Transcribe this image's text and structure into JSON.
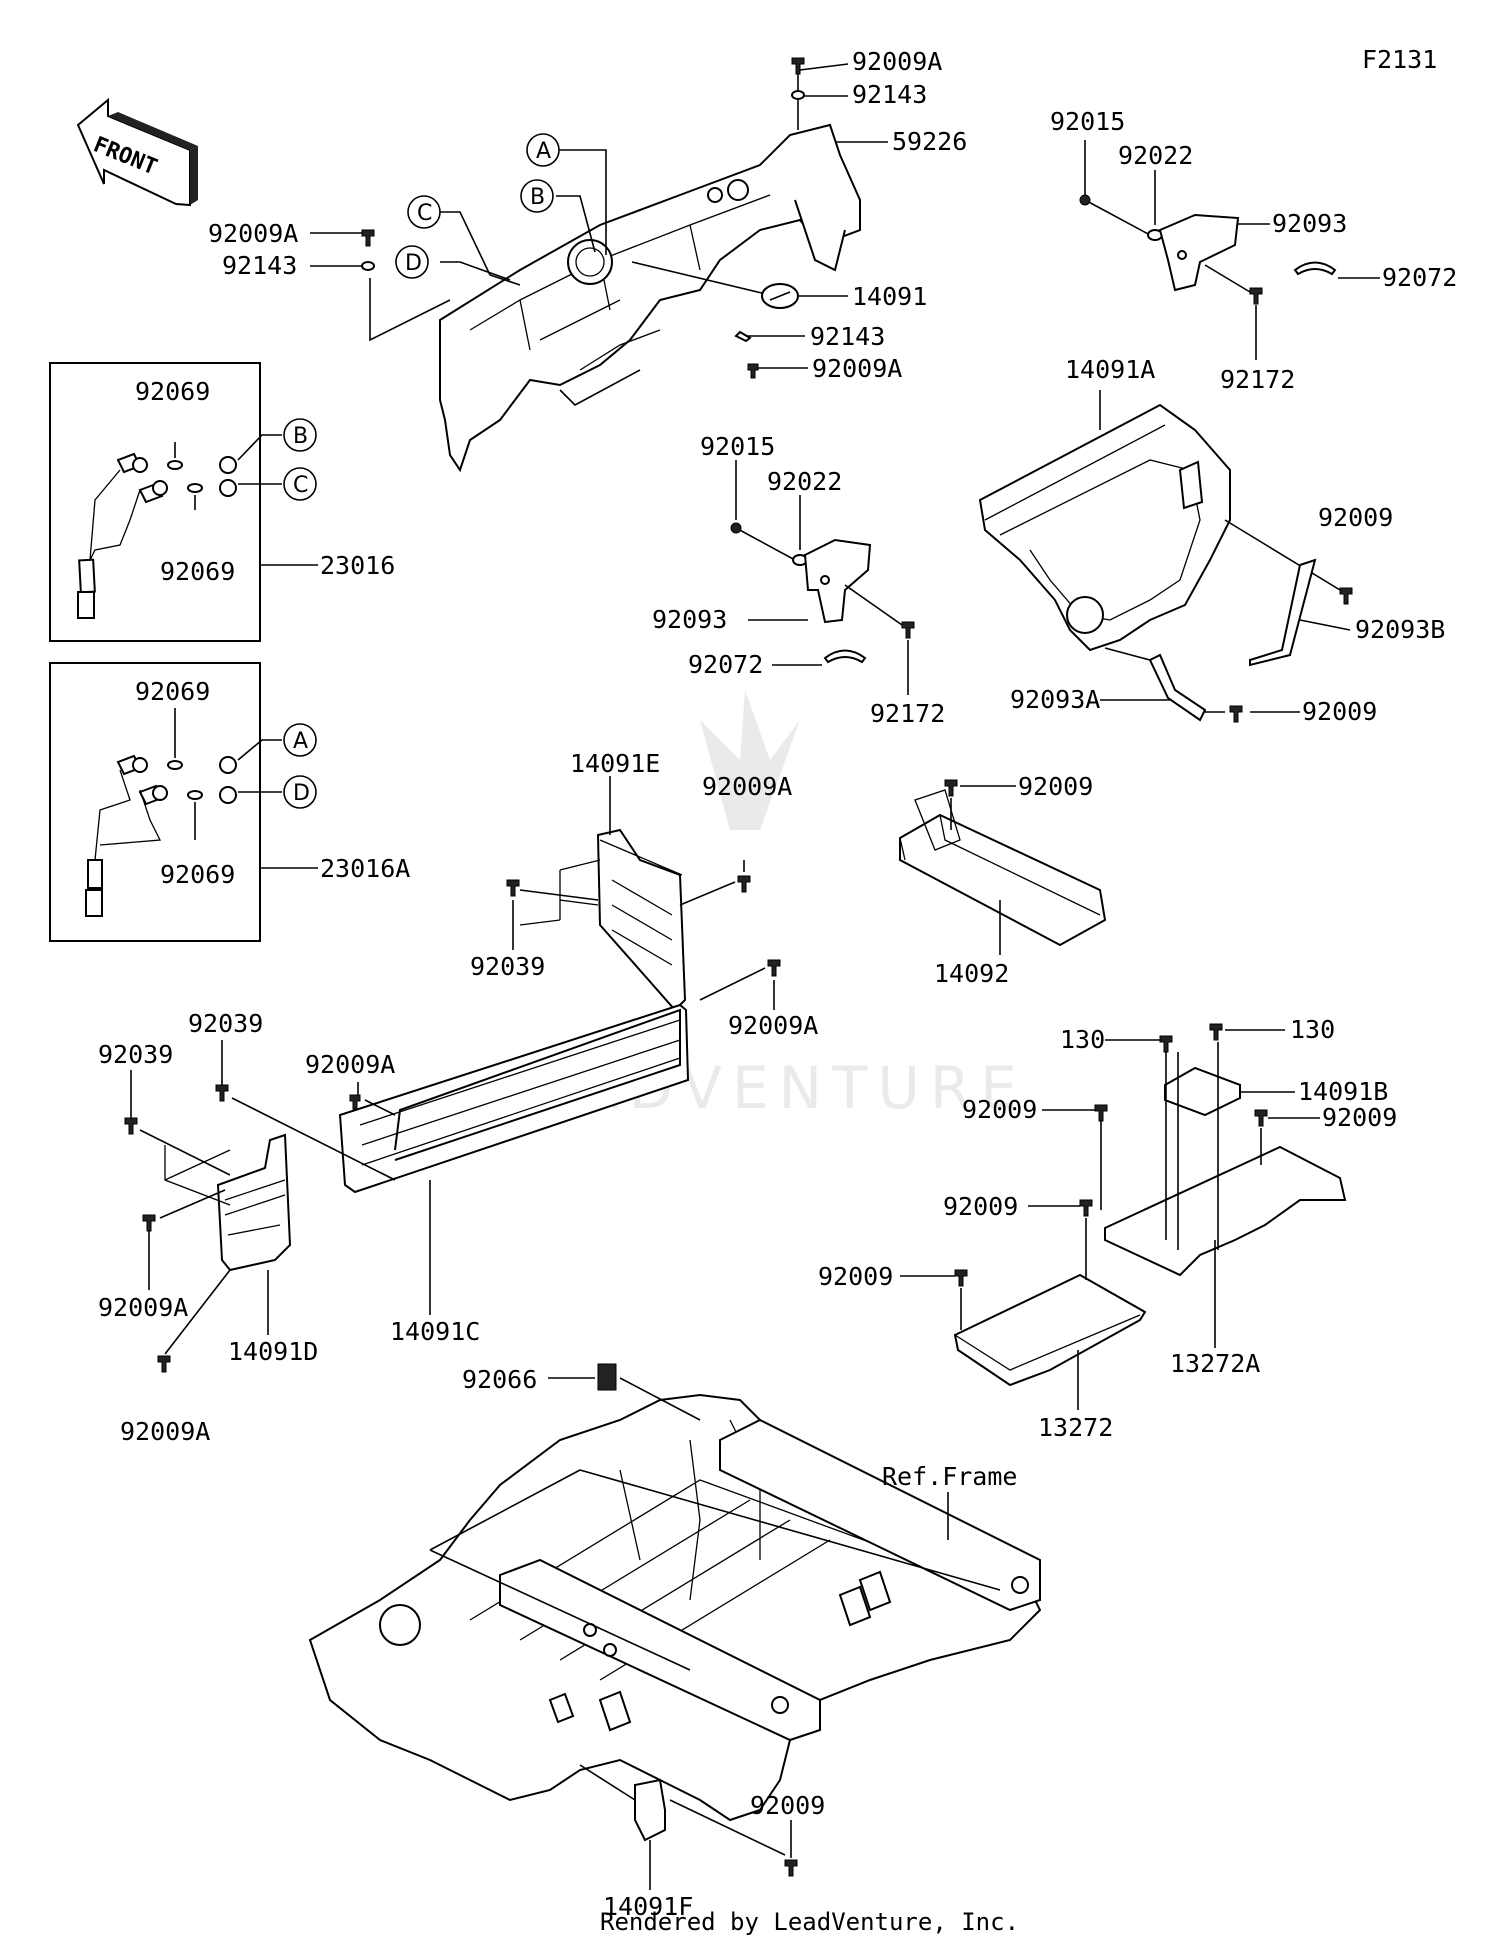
{
  "figure_id": "F2131",
  "front_label": "FRONT",
  "watermark": "LEADVENTURE",
  "ref_frame": "Ref.Frame",
  "footer": "Rendered by LeadVenture, Inc.",
  "callouts": {
    "A": "A",
    "B": "B",
    "C": "C",
    "D": "D"
  },
  "parts": {
    "p59226": "59226",
    "p14091": "14091",
    "p14091A": "14091A",
    "p14091B": "14091B",
    "p14091C": "14091C",
    "p14091D": "14091D",
    "p14091E": "14091E",
    "p14091F": "14091F",
    "p14092": "14092",
    "p13272": "13272",
    "p13272A": "13272A",
    "p23016": "23016",
    "p23016A": "23016A",
    "p92009": "92009",
    "p92009A": "92009A",
    "p92143": "92143",
    "p92015": "92015",
    "p92022": "92022",
    "p92093": "92093",
    "p92093A": "92093A",
    "p92093B": "92093B",
    "p92072": "92072",
    "p92172": "92172",
    "p92069": "92069",
    "p92039": "92039",
    "p92066": "92066",
    "p130": "130"
  }
}
